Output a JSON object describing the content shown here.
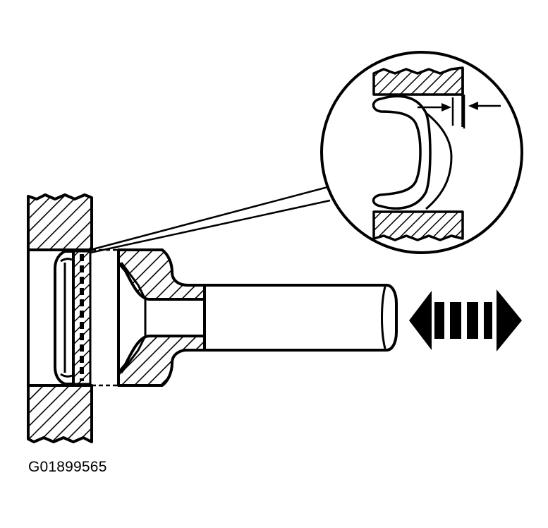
{
  "figure": {
    "code": "G01899565"
  },
  "colors": {
    "ink": "#000000",
    "paper": "#ffffff"
  },
  "parts": {
    "housing": "housing-wall",
    "bearing": "bearing-ring",
    "shaft": "stepped-shaft",
    "detail": "detail-magnifier-circle",
    "clearance": "clearance-arrows",
    "motion": "double-arrow-icon"
  }
}
